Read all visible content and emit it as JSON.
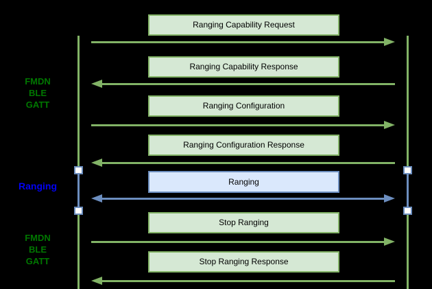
{
  "diagram": {
    "type": "sequence-diagram",
    "background": "#000000",
    "left_labels": [
      {
        "id": "fmdn-ble-gatt-top",
        "color": "#007700",
        "lines": [
          "FMDN",
          "BLE",
          "GATT"
        ]
      },
      {
        "id": "ranging",
        "color": "#0202f2",
        "lines": [
          "Ranging"
        ]
      },
      {
        "id": "fmdn-ble-gatt-bottom",
        "color": "#007700",
        "lines": [
          "FMDN",
          "BLE",
          "GATT"
        ]
      }
    ],
    "messages": [
      {
        "label": "Ranging Capability Request",
        "direction": "right",
        "channel": "gatt"
      },
      {
        "label": "Ranging Capability Response",
        "direction": "left",
        "channel": "gatt"
      },
      {
        "label": "Ranging Configuration",
        "direction": "right",
        "channel": "gatt"
      },
      {
        "label": "Ranging Configuration Response",
        "direction": "left",
        "channel": "gatt"
      },
      {
        "label": "Ranging",
        "direction": "both",
        "channel": "ranging"
      },
      {
        "label": "Stop Ranging",
        "direction": "right",
        "channel": "gatt"
      },
      {
        "label": "Stop Ranging Response",
        "direction": "left",
        "channel": "gatt"
      }
    ],
    "colors": {
      "gatt_fill": "#d5e8d4",
      "gatt_stroke": "#82b366",
      "ranging_fill": "#dae8fc",
      "ranging_stroke": "#6c8ebf",
      "label_green": "#007700",
      "label_blue": "#0202f2",
      "box_text": "#000000",
      "background": "#000000"
    }
  }
}
